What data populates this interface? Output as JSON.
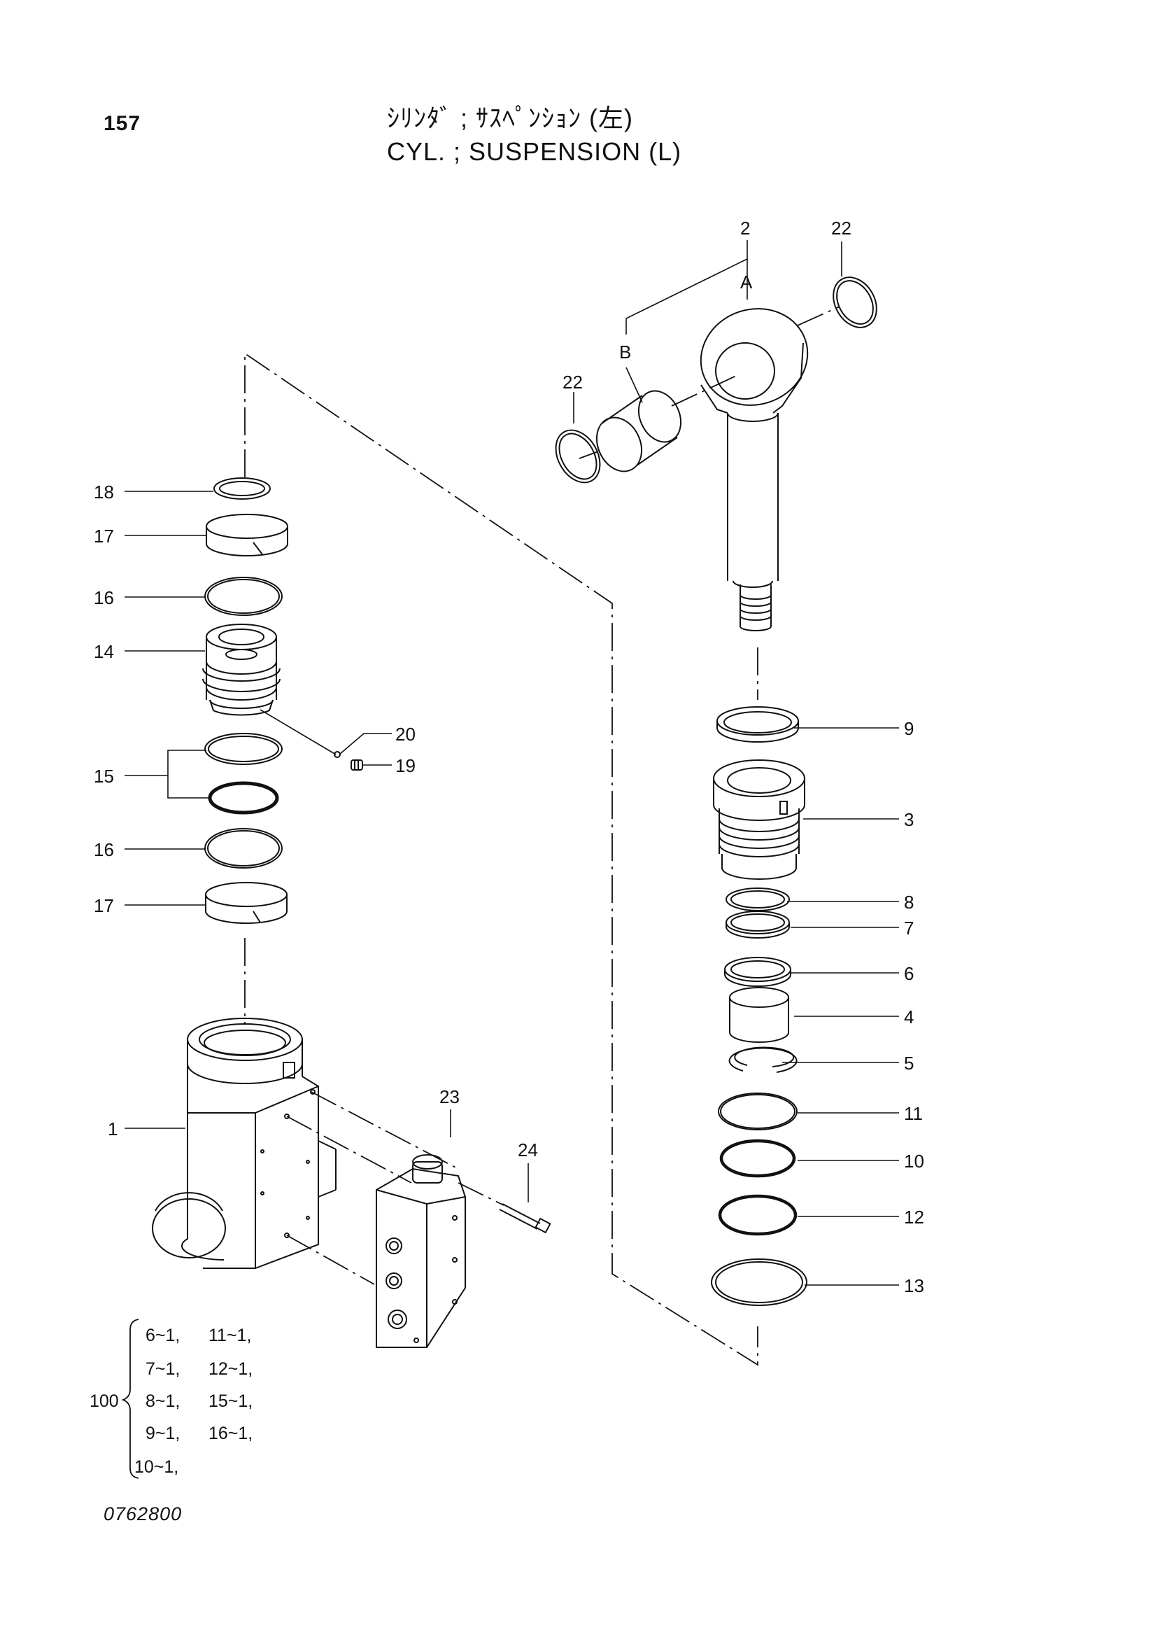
{
  "header": {
    "page_number": "157",
    "title_jp": "ｼﾘﾝﾀﾞ ; ｻｽﾍﾟﾝｼｮﾝ (左)",
    "title_en": "CYL. ; SUSPENSION (L)"
  },
  "callouts": {
    "c1": "1",
    "c2": "2",
    "c3": "3",
    "c4": "4",
    "c5": "5",
    "c6": "6",
    "c7": "7",
    "c8": "8",
    "c9": "9",
    "c10": "10",
    "c11": "11",
    "c12": "12",
    "c13": "13",
    "c14": "14",
    "c15": "15",
    "c16a": "16",
    "c16b": "16",
    "c17a": "17",
    "c17b": "17",
    "c18": "18",
    "c19": "19",
    "c20": "20",
    "c22a": "22",
    "c22b": "22",
    "c23": "23",
    "c24": "24",
    "subA": "A",
    "subB": "B"
  },
  "kit": {
    "number": "100",
    "rows": [
      [
        "6~1,",
        "11~1,"
      ],
      [
        "7~1,",
        "12~1,"
      ],
      [
        "8~1,",
        "15~1,"
      ],
      [
        "9~1,",
        "16~1,"
      ],
      [
        "10~1,",
        ""
      ]
    ]
  },
  "footer": {
    "drawing_number": "0762800"
  }
}
